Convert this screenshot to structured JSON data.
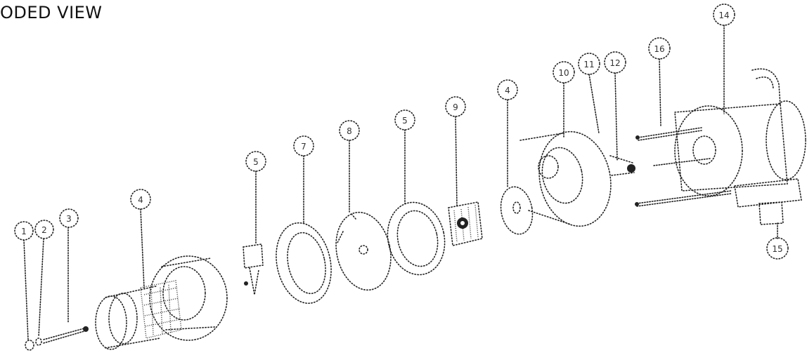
{
  "title": "ODED VIEW",
  "callouts": [
    "1",
    "2",
    "3",
    "4",
    "5",
    "7",
    "8",
    "5",
    "9",
    "4",
    "10",
    "11",
    "12",
    "16",
    "14",
    "15"
  ],
  "colors": {
    "ink": "#222222",
    "background": "#ffffff"
  }
}
